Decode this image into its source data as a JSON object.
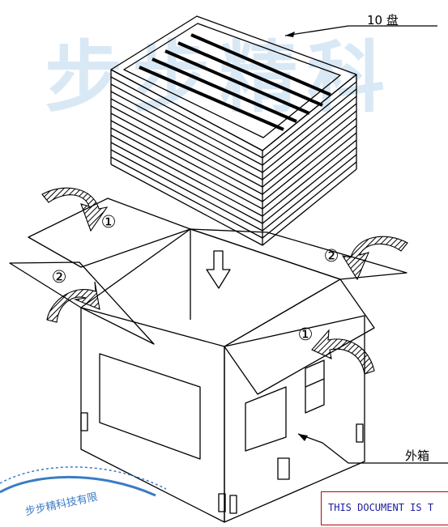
{
  "watermark": {
    "text": "步步精科"
  },
  "callouts": {
    "tray_count": "10 盘",
    "outer_box": "外箱"
  },
  "markers": {
    "one": "①",
    "two": "②"
  },
  "notice": {
    "text": "THIS DOCUMENT IS T"
  },
  "seal": {
    "text": "步步精科技有限"
  },
  "colors": {
    "watermark": "#5096d2",
    "seal": "#3a7cc4",
    "notice_border": "#c00000",
    "notice_text": "#1a1aa0"
  }
}
